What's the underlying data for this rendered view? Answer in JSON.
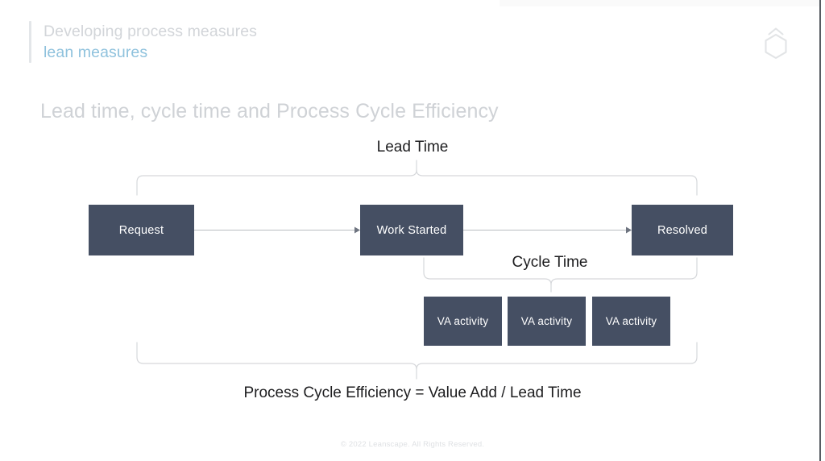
{
  "header": {
    "eyebrow": "Developing process measures",
    "eyebrow_accent": "lean measures",
    "accent_color": "#8fc2dd",
    "muted_color": "#d2d5d9",
    "logo_icon": "hexagon-chevron-logo-icon"
  },
  "slide": {
    "title": "Lead time, cycle time and Process Cycle Efficiency",
    "title_color": "#cfd2d6",
    "background": "#ffffff",
    "node_color": "#454F63",
    "node_text_color": "#ffffff"
  },
  "diagram": {
    "flow_nodes": [
      {
        "id": "request",
        "label": "Request"
      },
      {
        "id": "work-started",
        "label": "Work Started"
      },
      {
        "id": "resolved",
        "label": "Resolved"
      }
    ],
    "value_add_nodes": [
      {
        "id": "va-1",
        "label": "VA activity"
      },
      {
        "id": "va-2",
        "label": "VA activity"
      },
      {
        "id": "va-3",
        "label": "VA activity"
      }
    ],
    "brackets": [
      {
        "id": "lead-time",
        "label": "Lead Time",
        "spans": "Request to Resolved",
        "orientation": "down"
      },
      {
        "id": "cycle-time",
        "label": "Cycle Time",
        "spans": "Work Started to Resolved",
        "orientation": "up"
      },
      {
        "id": "process-cycle-efficiency",
        "label": "Process Cycle Efficiency = Value Add / Lead Time",
        "spans": "Request to Resolved",
        "orientation": "up"
      }
    ],
    "connectors": [
      {
        "from": "Request",
        "to": "Work Started",
        "style": "arrow"
      },
      {
        "from": "Work Started",
        "to": "Resolved",
        "style": "arrow"
      }
    ]
  },
  "footer": {
    "copyright": "© 2022 Leanscape. All Rights Reserved."
  }
}
